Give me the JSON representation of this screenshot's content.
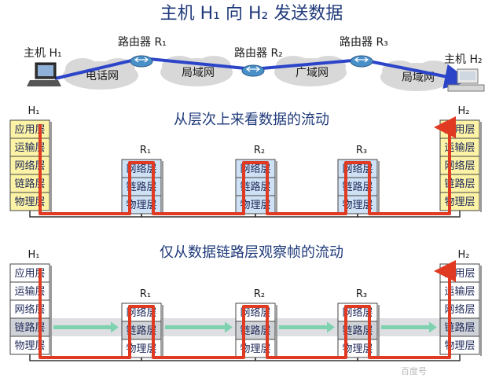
{
  "section1": {
    "title": "主机 H₁ 向 H₂ 发送数据",
    "host_left": "主机 H₁",
    "host_right": "主机 H₂",
    "routers": [
      "路由器 R₁",
      "路由器 R₂",
      "路由器 R₃"
    ],
    "clouds": [
      "电话网",
      "局域网",
      "广域网",
      "局域网"
    ]
  },
  "section2": {
    "title": "从层次上来看数据的流动",
    "host_left": "H₁",
    "host_right": "H₂",
    "routers": [
      "R₁",
      "R₂",
      "R₃"
    ]
  },
  "section3": {
    "title": "仅从数据链路层观察帧的流动",
    "host_left": "H₁",
    "host_right": "H₂",
    "routers": [
      "R₁",
      "R₂",
      "R₃"
    ]
  },
  "host_layers": [
    "应用层",
    "运输层",
    "网络层",
    "链路层",
    "物理层"
  ],
  "router_layers": [
    "网络层",
    "链路层",
    "物理层"
  ],
  "watermark": "百度号",
  "colors": {
    "title": "#1f3a7a",
    "flow": "#e03a22",
    "host_stack_fill": "#fdf3a6",
    "router_stack_fill": "#cfe1f4",
    "plain_stack_fill": "#ffffff",
    "link_highlight": "#cfd2d6",
    "frame_arrow": "#7fd2b0",
    "packet_arrow": "#2c45c8",
    "router_icon": "#4a90c8"
  }
}
